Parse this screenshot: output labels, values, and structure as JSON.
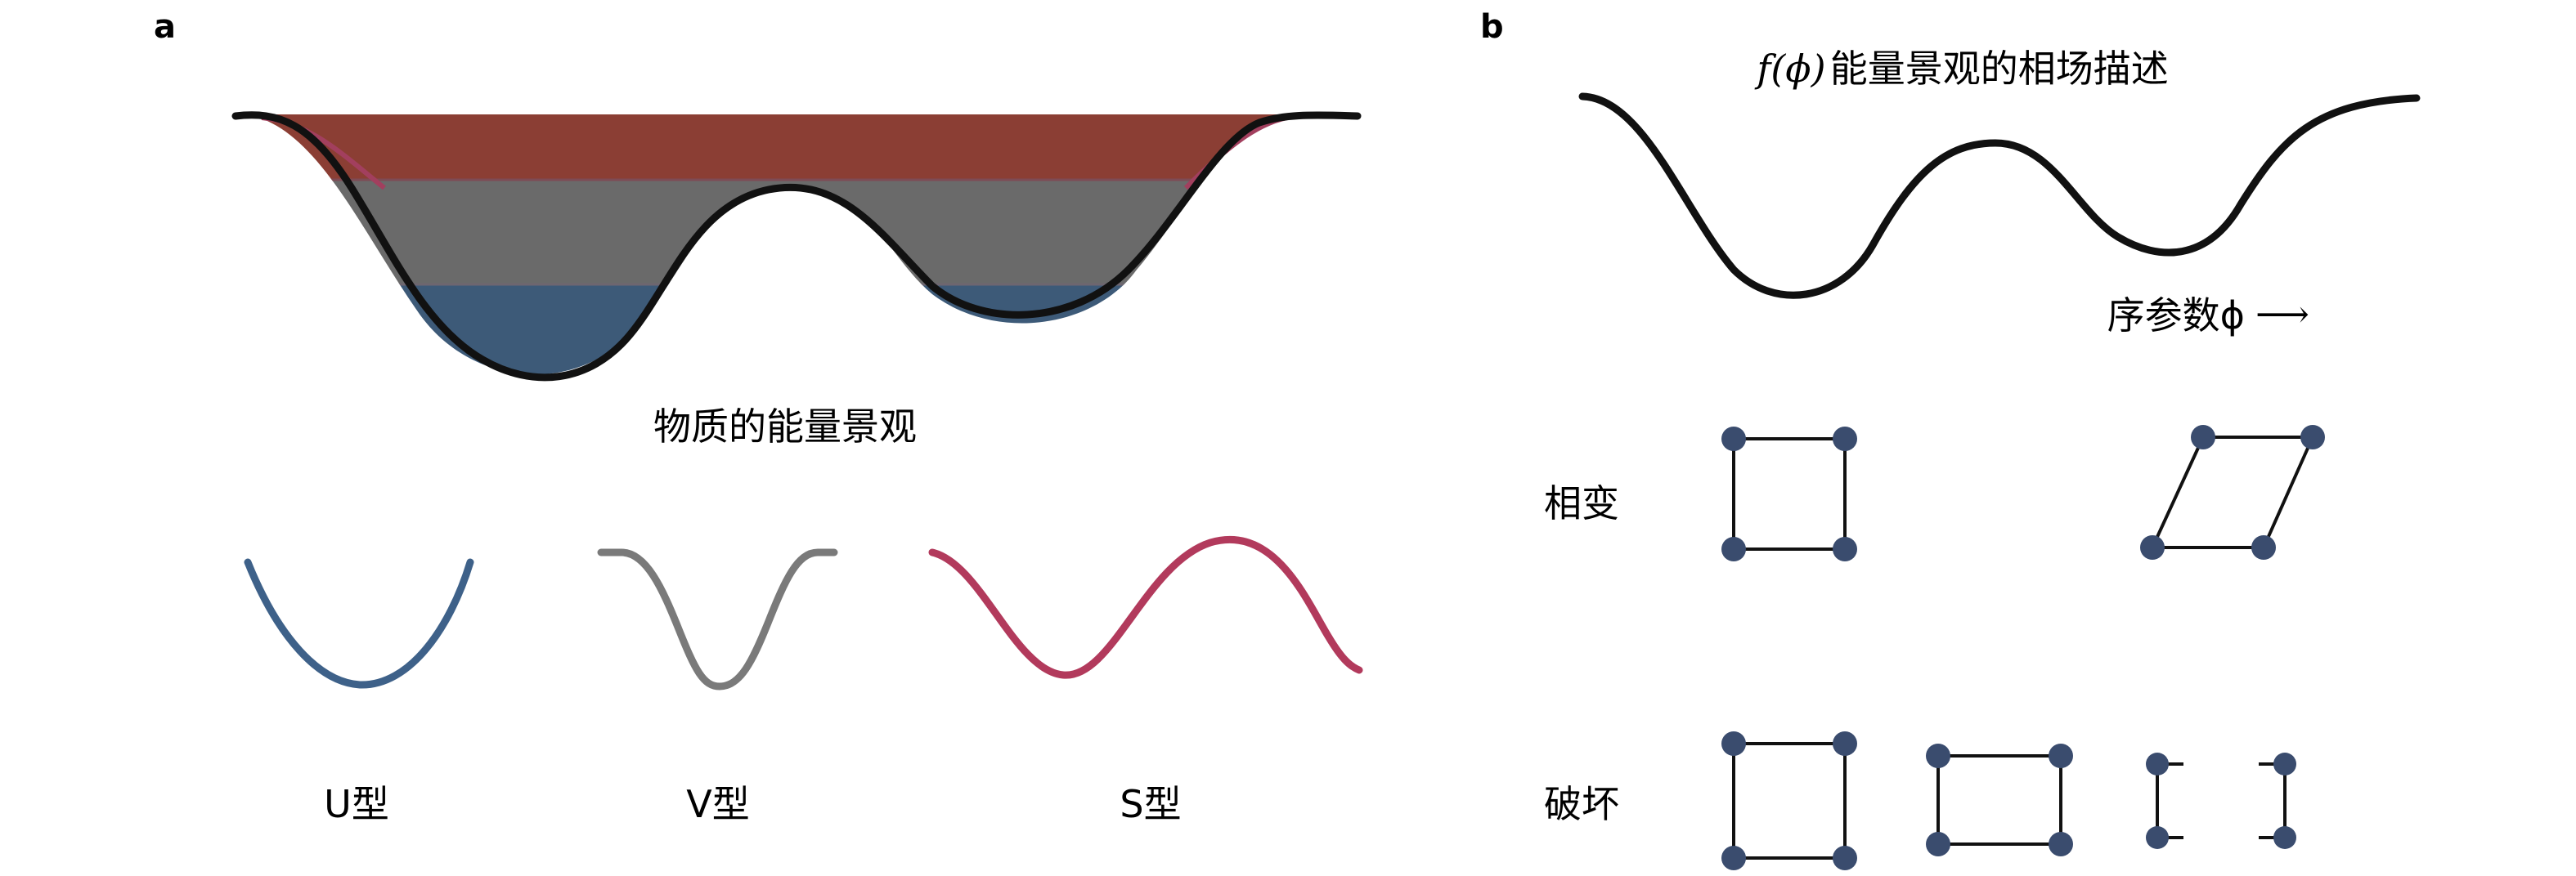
{
  "panel_a": {
    "letter": "a",
    "landscape_caption": "物质的能量景观",
    "bands": {
      "top": "#8B3E34",
      "middle": "#6A6A6A",
      "bottom": "#3D5A78",
      "edge_accent": "#A23F5E"
    },
    "shapes": [
      {
        "label": "U型",
        "color": "#3E6189"
      },
      {
        "label": "V型",
        "color": "#7A7A7A"
      },
      {
        "label": "S型",
        "color": "#B23A5C"
      }
    ]
  },
  "panel_b": {
    "letter": "b",
    "title_func": "f(ϕ)",
    "title_text": "能量景观的相场描述",
    "axis_label": "序参数ϕ",
    "axis_arrow": "⟶",
    "row_phase_transition": "相变",
    "row_fracture": "破坏",
    "node_color": "#3A4C6E",
    "node_stroke": "#5A5080"
  }
}
